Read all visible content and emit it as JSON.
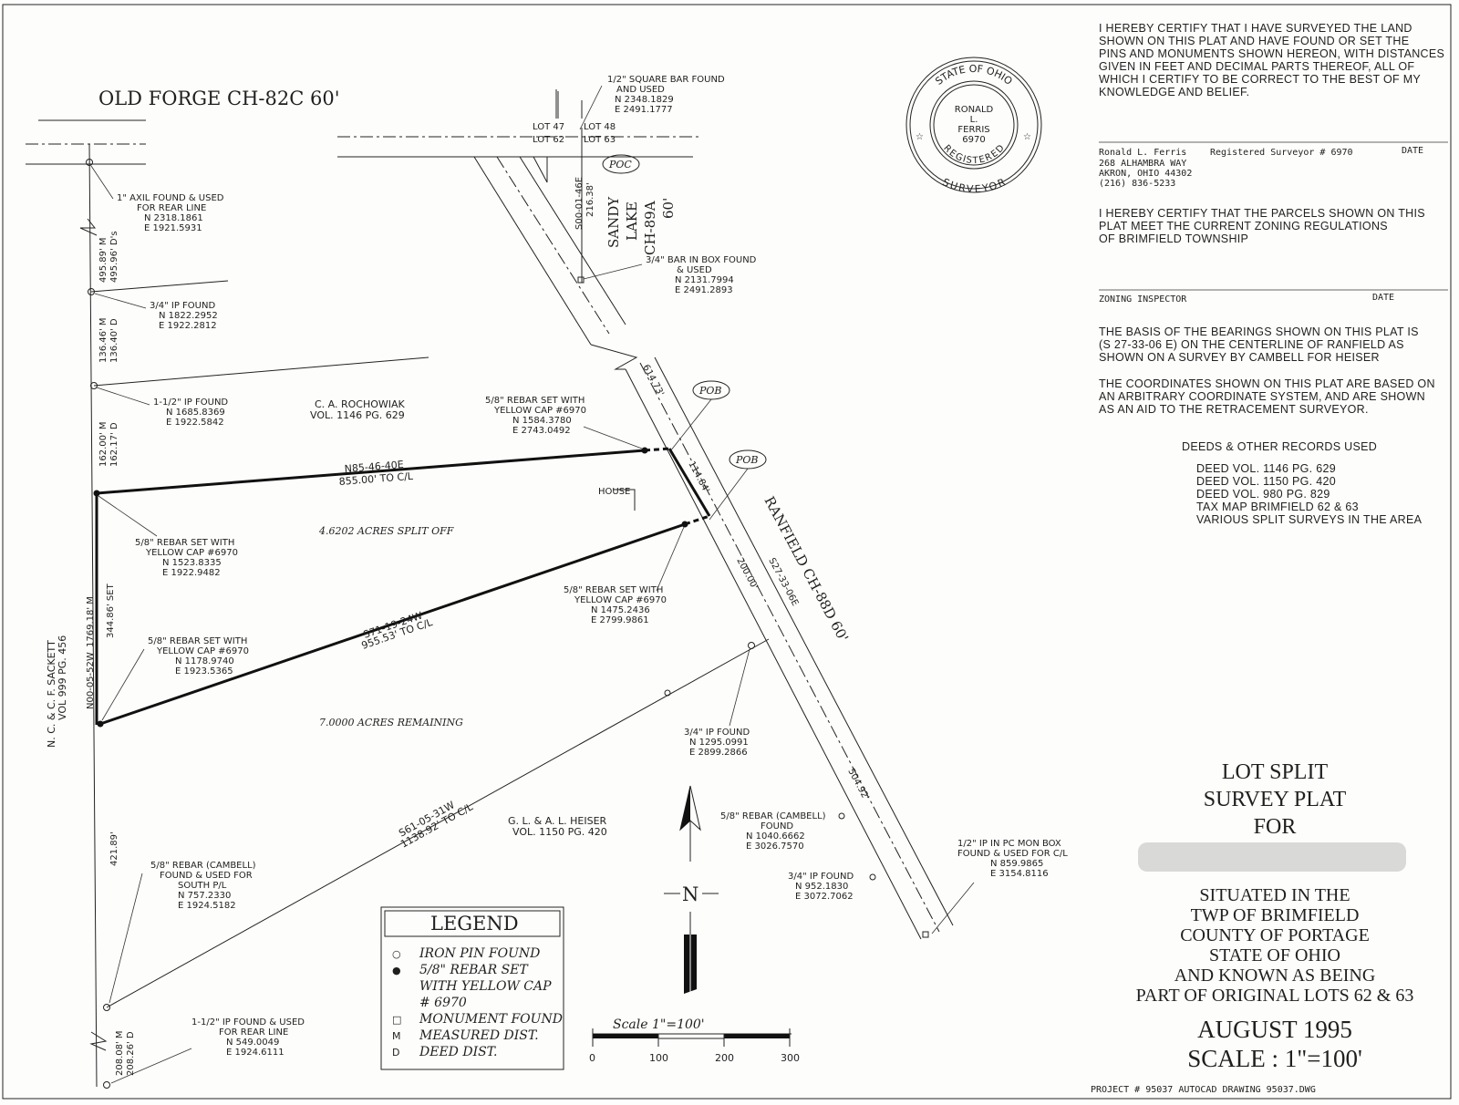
{
  "roads": {
    "old_forge": "OLD FORGE   CH-82C   60'",
    "sandy_lake_1": "SANDY",
    "sandy_lake_2": "LAKE",
    "sandy_lake_3": "CH-89A",
    "sandy_lake_4": "60'",
    "ranfield": "RANFIELD    CH-88D    60'"
  },
  "lots": {
    "lot47": "LOT 47",
    "lot48": "LOT 48",
    "lot62": "LOT 62",
    "lot63": "LOT 63"
  },
  "markers": {
    "poc": "POC",
    "pob1": "POB",
    "pob2": "POB"
  },
  "monuments": [
    {
      "lines": [
        "1/2\" SQUARE BAR FOUND",
        "AND USED",
        "N 2348.1829",
        "E 2491.1777"
      ]
    },
    {
      "lines": [
        "1\" AXIL FOUND & USED",
        "FOR REAR LINE",
        "N 2318.1861",
        "E 1921.5931"
      ]
    },
    {
      "lines": [
        "3/4\" IP FOUND",
        "N 1822.2952",
        "E 1922.2812"
      ]
    },
    {
      "lines": [
        "1-1/2\" IP FOUND",
        "N 1685.8369",
        "E 1922.5842"
      ]
    },
    {
      "lines": [
        "3/4\" BAR IN BOX FOUND",
        "& USED",
        "N 2131.7994",
        "E 2491.2893"
      ]
    },
    {
      "lines": [
        "5/8\" REBAR SET WITH",
        "YELLOW CAP #6970",
        "N 1584.3780",
        "E 2743.0492"
      ]
    },
    {
      "lines": [
        "5/8\" REBAR SET WITH",
        "YELLOW CAP #6970",
        "N 1523.8335",
        "E 1922.9482"
      ]
    },
    {
      "lines": [
        "5/8\" REBAR SET WITH",
        "YELLOW CAP #6970",
        "N 1475.2436",
        "E 2799.9861"
      ]
    },
    {
      "lines": [
        "5/8\" REBAR SET WITH",
        "YELLOW CAP #6970",
        "N 1178.9740",
        "E 1923.5365"
      ]
    },
    {
      "lines": [
        "3/4\" IP FOUND",
        "N 1295.0991",
        "E 2899.2866"
      ]
    },
    {
      "lines": [
        "5/8\" REBAR (CAMBELL)",
        "FOUND",
        "N 1040.6662",
        "E 3026.7570"
      ]
    },
    {
      "lines": [
        "3/4\" IP FOUND",
        "N 952.1830",
        "E 3072.7062"
      ]
    },
    {
      "lines": [
        "5/8\" REBAR (CAMBELL)",
        "FOUND & USED FOR",
        "SOUTH P/L",
        "N 757.2330",
        "E 1924.5182"
      ]
    },
    {
      "lines": [
        "1-1/2\" IP FOUND & USED",
        "FOR REAR LINE",
        "N 549.0049",
        "E 1924.6111"
      ]
    },
    {
      "lines": [
        "1/2\" IP IN PC MON BOX",
        "FOUND & USED FOR C/L",
        "N 859.9865",
        "E 3154.8116"
      ]
    }
  ],
  "owners": {
    "rochowiak_1": "C. A. ROCHOWIAK",
    "rochowiak_2": "VOL. 1146 PG. 629",
    "heiser_1": "G. L. & A. L. HEISER",
    "heiser_2": "VOL. 1150 PG. 420",
    "sackett_1": "N. C. & C. F. SACKETT",
    "sackett_2": "VOL 999 PG. 456",
    "house": "HOUSE"
  },
  "areas": {
    "split": "4.6202 ACRES SPLIT OFF",
    "remaining": "7.0000 ACRES REMAINING"
  },
  "dims": {
    "d495": "495.89' M",
    "d495d": "495.96' D's",
    "d136": "136.46' M",
    "d136d": "136.40' D",
    "d162": "162.00' M",
    "d162d": "162.17' D",
    "d1769": "1769.18' M",
    "d344": "344.86' SET",
    "n00": "N00-05-52W",
    "d421": "421.89'",
    "d208": "208.08' M",
    "d208d": "208.26' D",
    "n85": "N85-46-40E",
    "d855": "855.00' TO C/L",
    "s71": "S71-19-24W",
    "d955": "955.53' TO C/L",
    "s61": "S61-05-31W",
    "d1138": "1138.92' TO C/L",
    "s00": "S00-01-46E",
    "d216": "216.38'",
    "d614": "614.73'",
    "d114": "114.84'",
    "d200": "200.00'",
    "s27": "S27-33-06E",
    "d504": "504.92'"
  },
  "seal": {
    "outer_top": "STATE OF OHIO",
    "outer_bottom": "SURVEYOR",
    "inner_top": "REGISTERED",
    "name1": "RONALD",
    "name2": "L.",
    "name3": "FERRIS",
    "num": "6970"
  },
  "certification": {
    "surveyor": [
      "I HEREBY CERTIFY THAT I HAVE SURVEYED THE LAND",
      "SHOWN ON THIS PLAT AND HAVE FOUND OR SET THE",
      "PINS AND MONUMENTS SHOWN HEREON, WITH DISTANCES",
      "GIVEN IN FEET AND DECIMAL PARTS THEREOF, ALL OF",
      "WHICH I CERTIFY TO BE CORRECT TO THE BEST OF MY",
      "KNOWLEDGE AND BELIEF."
    ],
    "sig_name": "Ronald L. Ferris",
    "sig_reg": "Registered Surveyor # 6970",
    "sig_date": "DATE",
    "address": [
      "268 ALHAMBRA WAY",
      "AKRON, OHIO 44302",
      "(216) 836-5233"
    ],
    "zoning": [
      "I HEREBY CERTIFY THAT THE PARCELS SHOWN ON THIS",
      "PLAT MEET THE CURRENT ZONING REGULATIONS",
      "OF BRIMFIELD TOWNSHIP"
    ],
    "zoning_inspector": "ZONING INSPECTOR",
    "zoning_date": "DATE",
    "bearings": [
      "THE BASIS OF THE BEARINGS SHOWN ON THIS PLAT IS",
      "(S 27-33-06 E) ON THE CENTERLINE OF RANFIELD AS",
      "SHOWN ON A SURVEY BY CAMBELL FOR HEISER"
    ],
    "coords": [
      "THE COORDINATES SHOWN ON THIS PLAT ARE BASED ON",
      "AN ARBITRARY COORDINATE SYSTEM, AND ARE SHOWN",
      "AS AN AID TO THE RETRACEMENT SURVEYOR."
    ],
    "deeds_title": "DEEDS & OTHER RECORDS USED",
    "deeds": [
      "DEED VOL. 1146 PG. 629",
      "DEED VOL.  1150 PG. 420",
      "DEED VOL.   980 PG. 829",
      "TAX MAP   BRIMFIELD 62 & 63",
      "VARIOUS SPLIT SURVEYS IN THE AREA"
    ]
  },
  "legend": {
    "title": "LEGEND",
    "items": [
      {
        "sym": "○",
        "text": "IRON PIN FOUND"
      },
      {
        "sym": "●",
        "text": "5/8\" REBAR SET"
      },
      {
        "sym": "",
        "text": "WITH YELLOW CAP"
      },
      {
        "sym": "",
        "text": "# 6970"
      },
      {
        "sym": "□",
        "text": "MONUMENT FOUND"
      },
      {
        "sym": "M",
        "text": "MEASURED DIST."
      },
      {
        "sym": "D",
        "text": "DEED DIST."
      }
    ]
  },
  "north": "N",
  "scale": {
    "label": "Scale  1\"=100'",
    "ticks": [
      "0",
      "100",
      "200",
      "300"
    ]
  },
  "title_block": {
    "l1": "LOT SPLIT",
    "l2": "SURVEY PLAT",
    "l3": "FOR",
    "l4": "SITUATED IN THE",
    "l5": "TWP OF BRIMFIELD",
    "l6": "COUNTY OF PORTAGE",
    "l7": "STATE OF OHIO",
    "l8": "AND KNOWN AS BEING",
    "l9": "PART OF ORIGINAL LOTS 62 & 63",
    "date": "AUGUST 1995",
    "scale": "SCALE : 1\"=100'",
    "project": "PROJECT # 95037   AUTOCAD DRAWING   95037.DWG"
  }
}
